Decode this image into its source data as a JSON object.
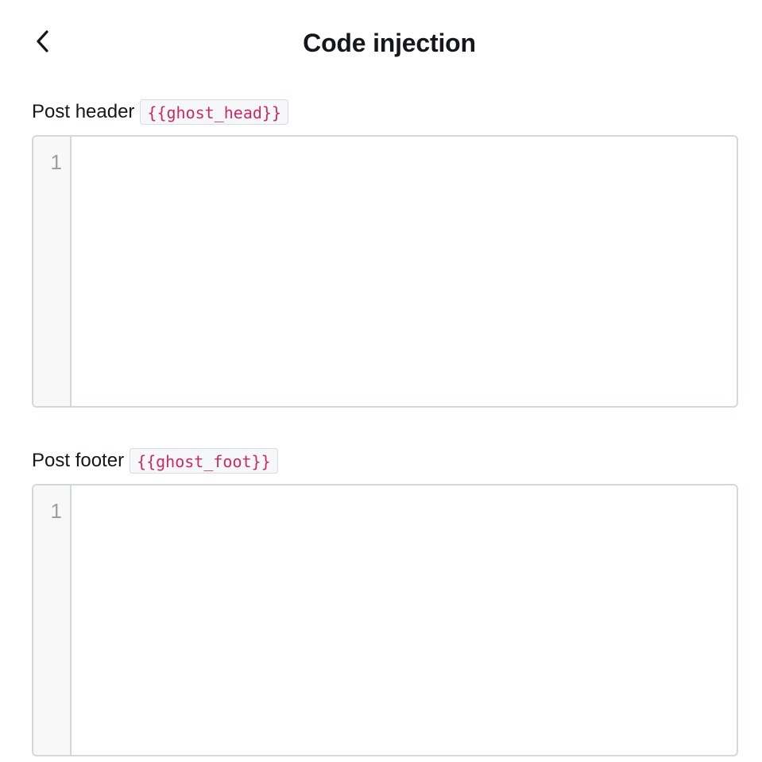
{
  "header": {
    "title": "Code injection",
    "back_icon": "chevron-left-icon"
  },
  "sections": [
    {
      "label": "Post header",
      "helper": "{{ghost_head}}",
      "line_numbers": [
        "1"
      ],
      "content": ""
    },
    {
      "label": "Post footer",
      "helper": "{{ghost_foot}}",
      "line_numbers": [
        "1"
      ],
      "content": ""
    }
  ],
  "colors": {
    "helper_text": "#cc2a61",
    "editor_border": "#d3d8dd",
    "gutter_bg": "#f8f8f8"
  }
}
